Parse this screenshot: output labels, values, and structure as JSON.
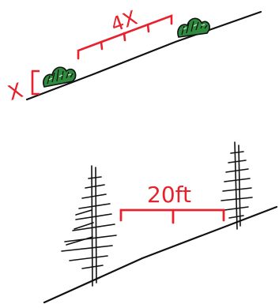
{
  "colors": {
    "background": "#ffffff",
    "ink": "#111111",
    "measure": "#e8222d",
    "shrub_green": "#2e8b3d"
  },
  "top_panel": {
    "height_label": "X",
    "spacing_label": "4X",
    "shrubs": [
      {
        "icon": "shrub-icon"
      },
      {
        "icon": "shrub-icon"
      }
    ]
  },
  "bottom_panel": {
    "spacing_label": "20ft",
    "trees": [
      {
        "icon": "conifer-tree-icon"
      },
      {
        "icon": "conifer-tree-icon"
      }
    ]
  }
}
